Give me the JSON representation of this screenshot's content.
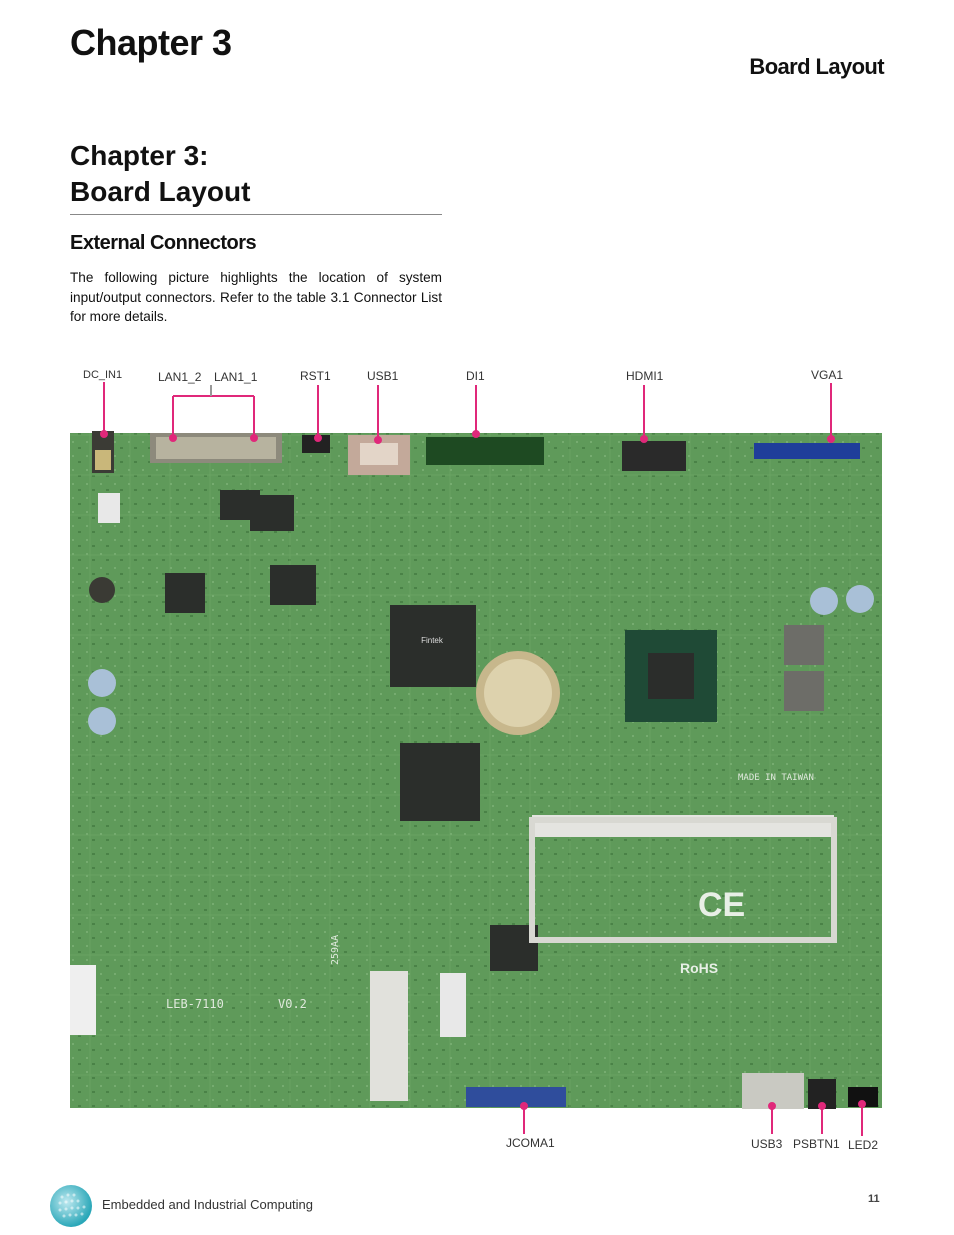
{
  "header": {
    "chapter": "Chapter 3",
    "section": "Board Layout"
  },
  "title": {
    "line1": "Chapter 3:",
    "line2": "Board Layout"
  },
  "subheading": "External Connectors",
  "intro": "The following picture highlights the location of system input/output connectors.  Refer to the table 3.1 Connector List for more details.",
  "connectors": {
    "top": [
      "DC_IN1",
      "LAN1_2",
      "LAN1_1",
      "RST1",
      "USB1",
      "DI1",
      "HDMI1",
      "VGA1"
    ],
    "bottom": [
      "JCOMA1",
      "USB3",
      "PSBTN1",
      "LED2"
    ]
  },
  "board_markings": {
    "model": "LEB-7110",
    "version": "V0.2",
    "origin": "MADE IN TAIWAN",
    "ce": "CE",
    "rohs": "RoHS",
    "chip": "Fintek",
    "slot": "259AA"
  },
  "colors": {
    "pointer": "#e0287a",
    "board": "#5f9a5a"
  },
  "footer": {
    "text": "Embedded and Industrial Computing",
    "page": "11"
  }
}
